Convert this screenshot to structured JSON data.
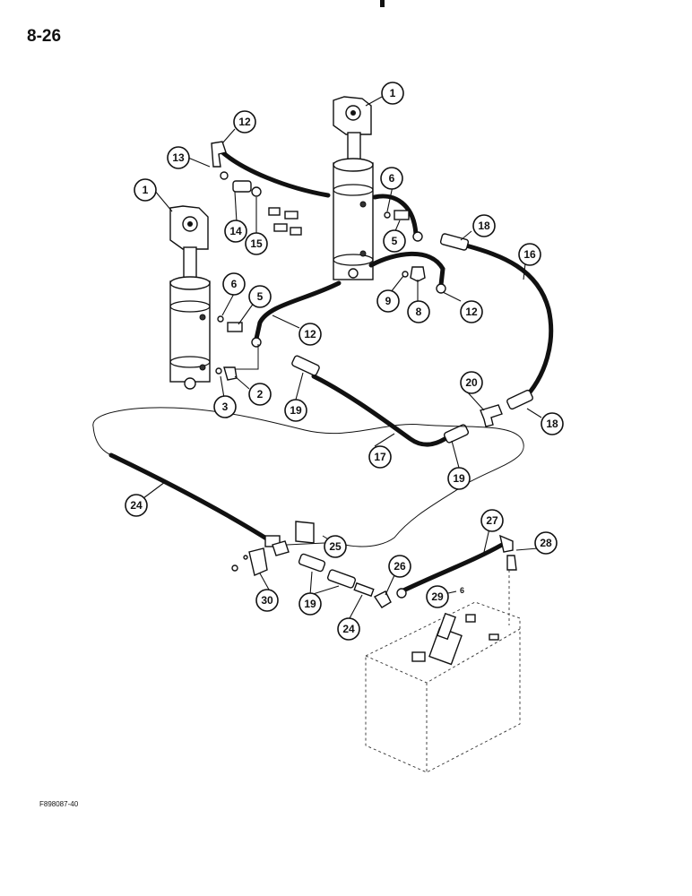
{
  "page": {
    "page_number": "8-26",
    "figure_code": "F898087-40",
    "extra_label_29": "6"
  },
  "callouts": [
    {
      "id": "c1a",
      "label": "1"
    },
    {
      "id": "c1b",
      "label": "1"
    },
    {
      "id": "c2",
      "label": "2"
    },
    {
      "id": "c3",
      "label": "3"
    },
    {
      "id": "c5a",
      "label": "5"
    },
    {
      "id": "c5b",
      "label": "5"
    },
    {
      "id": "c6a",
      "label": "6"
    },
    {
      "id": "c6b",
      "label": "6"
    },
    {
      "id": "c8",
      "label": "8"
    },
    {
      "id": "c9",
      "label": "9"
    },
    {
      "id": "c12a",
      "label": "12"
    },
    {
      "id": "c12b",
      "label": "12"
    },
    {
      "id": "c12c",
      "label": "12"
    },
    {
      "id": "c13",
      "label": "13"
    },
    {
      "id": "c14",
      "label": "14"
    },
    {
      "id": "c15",
      "label": "15"
    },
    {
      "id": "c16",
      "label": "16"
    },
    {
      "id": "c17",
      "label": "17"
    },
    {
      "id": "c18a",
      "label": "18"
    },
    {
      "id": "c18b",
      "label": "18"
    },
    {
      "id": "c19a",
      "label": "19"
    },
    {
      "id": "c19b",
      "label": "19"
    },
    {
      "id": "c19c",
      "label": "19"
    },
    {
      "id": "c20",
      "label": "20"
    },
    {
      "id": "c24a",
      "label": "24"
    },
    {
      "id": "c24b",
      "label": "24"
    },
    {
      "id": "c25",
      "label": "25"
    },
    {
      "id": "c26",
      "label": "26"
    },
    {
      "id": "c27",
      "label": "27"
    },
    {
      "id": "c28",
      "label": "28"
    },
    {
      "id": "c29",
      "label": "29"
    },
    {
      "id": "c30",
      "label": "30"
    }
  ]
}
